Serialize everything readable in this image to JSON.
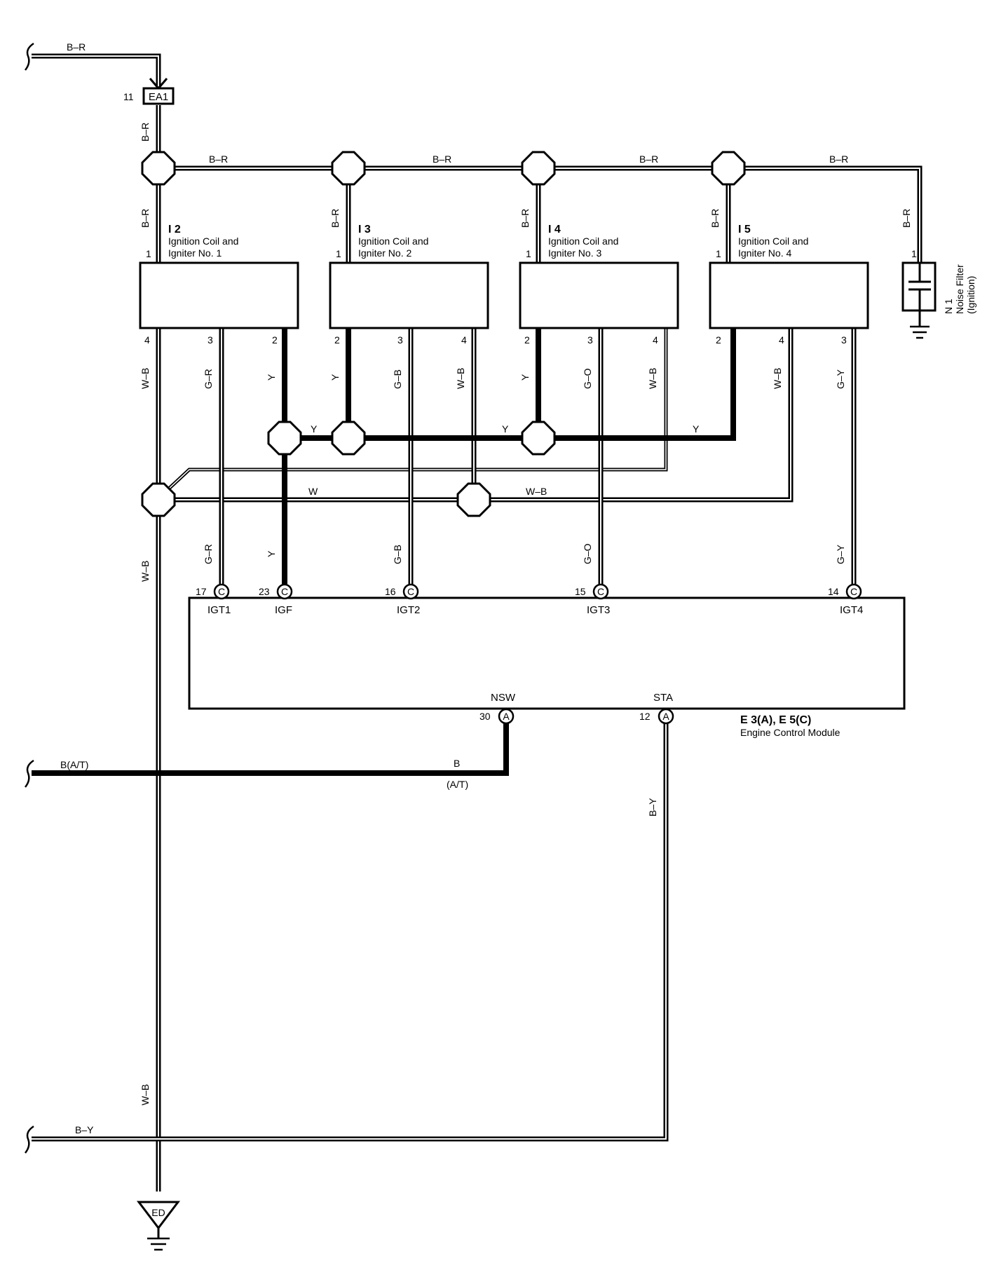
{
  "connectors": {
    "ea1": {
      "id": "EA1",
      "pin": "11"
    },
    "coils": [
      {
        "id": "I 2",
        "line1": "Ignition Coil and",
        "line2": "Igniter No. 1",
        "pin_top": "1",
        "pins": [
          "4",
          "3",
          "2"
        ]
      },
      {
        "id": "I 3",
        "line1": "Ignition Coil and",
        "line2": "Igniter No. 2",
        "pin_top": "1",
        "pins": [
          "2",
          "3",
          "4"
        ]
      },
      {
        "id": "I 4",
        "line1": "Ignition Coil and",
        "line2": "Igniter No. 3",
        "pin_top": "1",
        "pins": [
          "2",
          "3",
          "4"
        ]
      },
      {
        "id": "I 5",
        "line1": "Ignition Coil and",
        "line2": "Igniter No. 4",
        "pin_top": "1",
        "pins": [
          "2",
          "4",
          "3"
        ]
      }
    ],
    "noise_filter": {
      "id": "N 1",
      "line1": "Noise Filter",
      "line2": "(Ignition)",
      "pin": "1"
    },
    "ecm": {
      "id": "E 3(A), E 5(C)",
      "name": "Engine Control Module",
      "top_pins": [
        {
          "num": "17",
          "conn": "C",
          "label": "IGT1"
        },
        {
          "num": "23",
          "conn": "C",
          "label": "IGF"
        },
        {
          "num": "16",
          "conn": "C",
          "label": "IGT2"
        },
        {
          "num": "15",
          "conn": "C",
          "label": "IGT3"
        },
        {
          "num": "14",
          "conn": "C",
          "label": "IGT4"
        }
      ],
      "bottom_pins": [
        {
          "num": "30",
          "conn": "A",
          "label": "NSW"
        },
        {
          "num": "12",
          "conn": "A",
          "label": "STA"
        }
      ]
    },
    "ground": {
      "id": "ED"
    }
  },
  "wire_labels": {
    "br": "B–R",
    "wb": "W–B",
    "w": "W",
    "gr": "G–R",
    "gb": "G–B",
    "go": "G–O",
    "gy": "G–Y",
    "y": "Y",
    "by": "B–Y",
    "b": "B",
    "b_at": "B(A/T)",
    "at": "(A/T)"
  },
  "colors": {
    "ink": "#000000",
    "paper": "#ffffff"
  }
}
